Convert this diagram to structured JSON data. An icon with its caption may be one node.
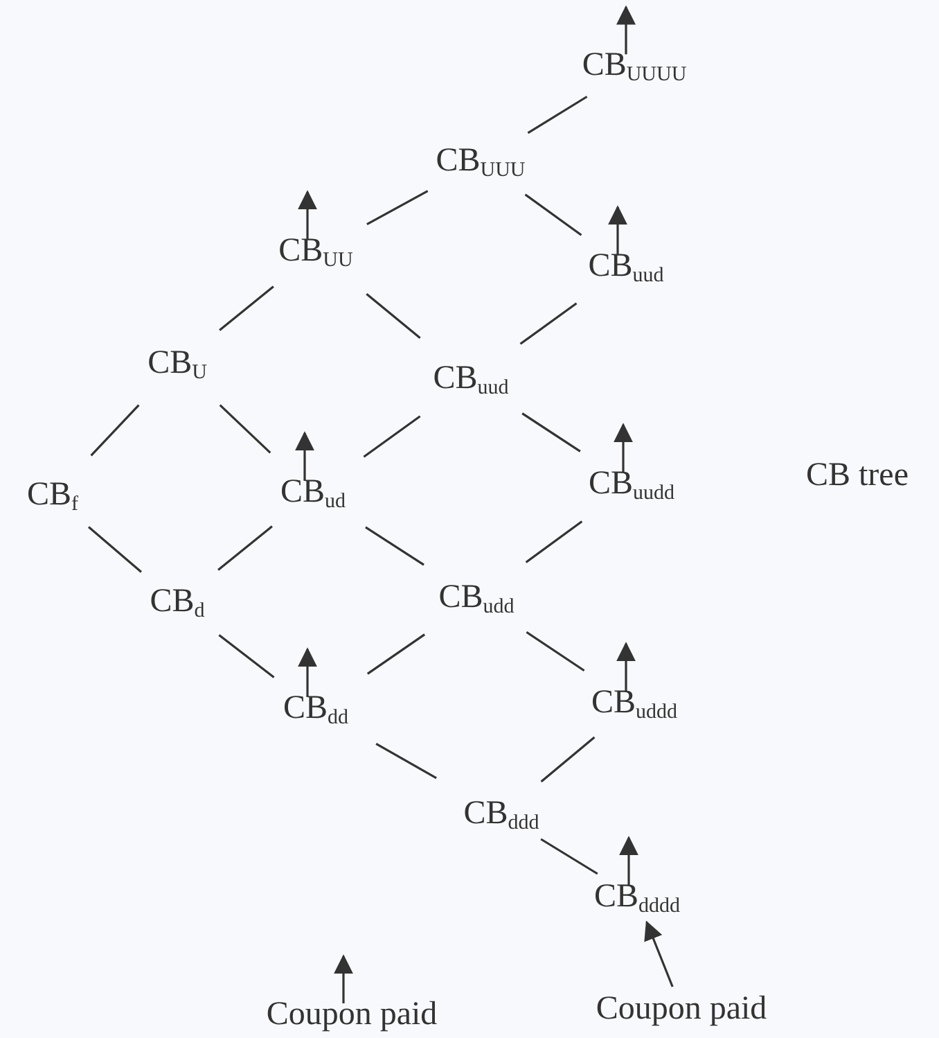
{
  "diagram": {
    "nodes": [
      {
        "text": [
          "CB$_{UUUU}$"
        ]
      },
      {
        "text": [
          "CB$_{UUU}$"
        ]
      },
      {
        "text": [
          "CB$_{UU}$"
        ]
      },
      {
        "text": [
          "CB$_{uud}$"
        ]
      },
      {
        "text": [
          "CB$_{U}$"
        ]
      },
      {
        "text": [
          "CB$_{uud}$"
        ]
      },
      {
        "text": [
          "CB$_{f}$"
        ]
      },
      {
        "text": [
          "CB$_{ud}$"
        ]
      },
      {
        "text": [
          "CB$_{uudd}$"
        ]
      },
      {
        "text": [
          "CB$_{d}$"
        ]
      },
      {
        "text": [
          "CB$_{udd}$"
        ]
      },
      {
        "text": [
          "CB$_{dd}$"
        ]
      },
      {
        "text": [
          "CB$_{uddd}$"
        ]
      },
      {
        "text": [
          "CB$_{ddd}$"
        ]
      },
      {
        "text": [
          "CB$_{dddd}$"
        ]
      },
      {
        "text": [
          "Coupon paid"
        ]
      },
      {
        "text": [
          "Coupon paid"
        ]
      }
    ],
    "edges": [
      {
        "from": 0,
        "to": 1,
        "arrow": "none"
      },
      {
        "from": 1,
        "to": 2,
        "arrow": "none"
      },
      {
        "from": 1,
        "to": 3,
        "arrow": "none"
      },
      {
        "from": 2,
        "to": 4,
        "arrow": "none"
      },
      {
        "from": 2,
        "to": 5,
        "arrow": "none"
      },
      {
        "from": 3,
        "to": 5,
        "arrow": "none"
      },
      {
        "from": 4,
        "to": 6,
        "arrow": "none"
      },
      {
        "from": 4,
        "to": 7,
        "arrow": "none"
      },
      {
        "from": 5,
        "to": 7,
        "arrow": "none"
      },
      {
        "from": 5,
        "to": 8,
        "arrow": "none"
      },
      {
        "from": 6,
        "to": 9,
        "arrow": "none"
      },
      {
        "from": 7,
        "to": 9,
        "arrow": "none"
      },
      {
        "from": 7,
        "to": 10,
        "arrow": "none"
      },
      {
        "from": 8,
        "to": 10,
        "arrow": "none"
      },
      {
        "from": 9,
        "to": 11,
        "arrow": "none"
      },
      {
        "from": 10,
        "to": 11,
        "arrow": "none"
      },
      {
        "from": 10,
        "to": 12,
        "arrow": "none"
      },
      {
        "from": 11,
        "to": 13,
        "arrow": "none"
      },
      {
        "from": 12,
        "to": 13,
        "arrow": "none"
      },
      {
        "from": 13,
        "to": 14,
        "arrow": "none"
      },
      {
        "from": 0,
        "to": null,
        "arrow": "to"
      },
      {
        "from": 2,
        "to": null,
        "arrow": "to"
      },
      {
        "from": 3,
        "to": null,
        "arrow": "to"
      },
      {
        "from": 7,
        "to": null,
        "arrow": "to"
      },
      {
        "from": 8,
        "to": null,
        "arrow": "to"
      },
      {
        "from": 11,
        "to": null,
        "arrow": "to"
      },
      {
        "from": 12,
        "to": null,
        "arrow": "to"
      },
      {
        "from": 14,
        "to": null,
        "arrow": "to"
      },
      {
        "from": 15,
        "to": null,
        "arrow": "to"
      },
      {
        "from": 16,
        "to": 14,
        "arrow": "to"
      }
    ],
    "labels": [
      "CB tree"
    ]
  }
}
